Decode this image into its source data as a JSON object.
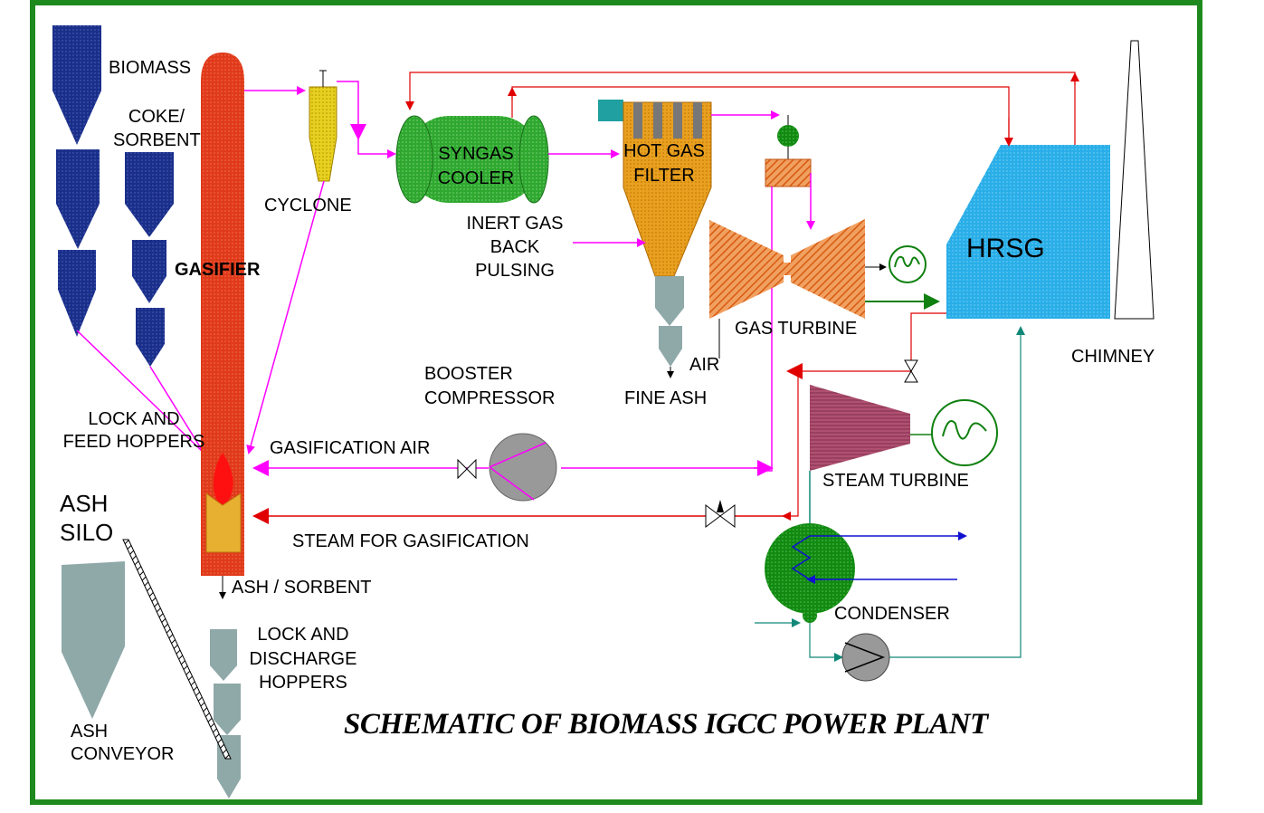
{
  "title": "SCHEMATIC OF BIOMASS IGCC POWER PLANT",
  "labels": {
    "biomass": "BIOMASS",
    "coke_sorbent_1": "COKE/",
    "coke_sorbent_2": "SORBENT",
    "gasifier": "GASIFIER",
    "cyclone": "CYCLONE",
    "syngas_cooler_1": "SYNGAS",
    "syngas_cooler_2": "COOLER",
    "hot_gas_filter_1": "HOT GAS",
    "hot_gas_filter_2": "FILTER",
    "inert_gas_1": "INERT GAS",
    "inert_gas_2": "BACK",
    "inert_gas_3": "PULSING",
    "gas_turbine": "GAS TURBINE",
    "air": "AIR",
    "fine_ash": "FINE ASH",
    "hrsg": "HRSG",
    "chimney": "CHIMNEY",
    "booster_1": "BOOSTER",
    "booster_2": "COMPRESSOR",
    "lock_feed_1": "LOCK AND",
    "lock_feed_2": "FEED HOPPERS",
    "gasification_air": "GASIFICATION AIR",
    "steam_turbine": "STEAM TURBINE",
    "ash_silo_1": "ASH",
    "ash_silo_2": "SILO",
    "steam_for_gasification": "STEAM FOR GASIFICATION",
    "ash_sorbent": "ASH / SORBENT",
    "condenser": "CONDENSER",
    "lock_discharge_1": "LOCK AND",
    "lock_discharge_2": "DISCHARGE",
    "lock_discharge_3": "HOPPERS",
    "ash_conveyor_1": "ASH",
    "ash_conveyor_2": "CONVEYOR"
  },
  "colors": {
    "border": "#1e8a1e",
    "hopper": "#1a2f8a",
    "gasifier": "#e03a1a",
    "cyclone": "#e8d020",
    "syngas_cooler": "#2ea82e",
    "filter": "#e8a020",
    "turbine": "#e87a20",
    "hrsg": "#29aee8",
    "steam_turbine": "#a04060",
    "ash": "#8fa8a8",
    "magenta_line": "#ff00ff",
    "red_line": "#e00000",
    "blue_line": "#1010d0",
    "teal_line": "#108878",
    "green_line": "#108010"
  }
}
